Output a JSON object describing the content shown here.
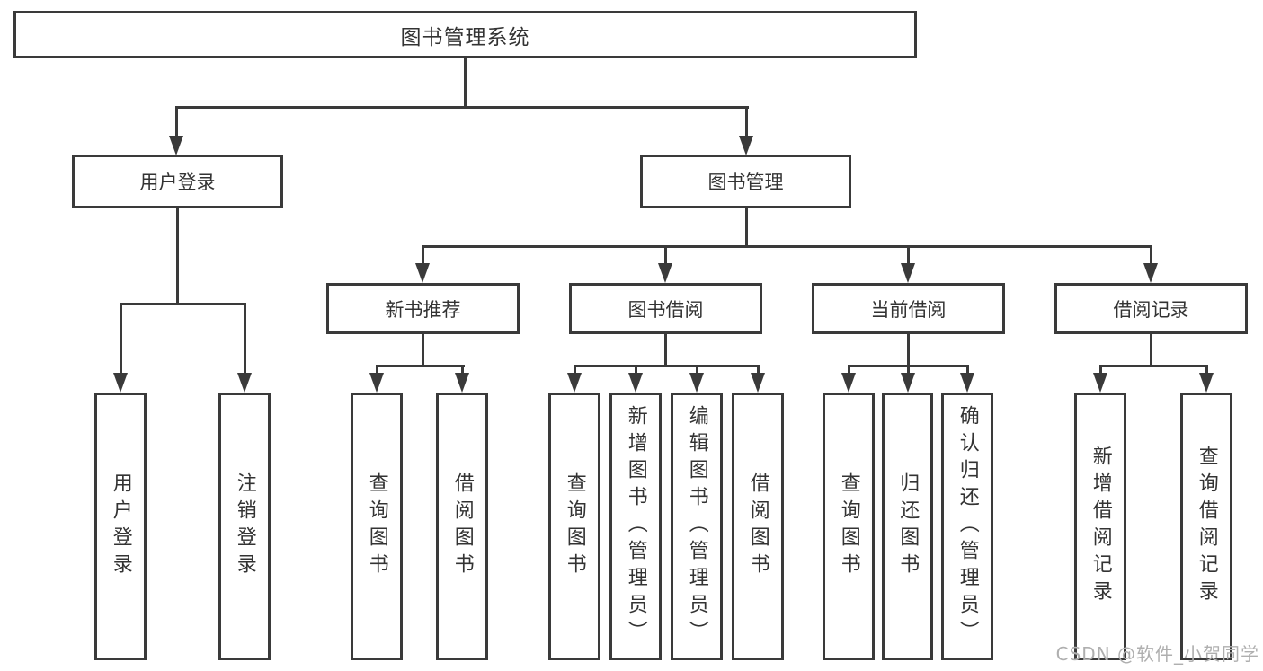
{
  "tree": {
    "root": {
      "label": "图书管理系统",
      "children": [
        {
          "label": "用户登录",
          "children": [
            {
              "label": "用户登录"
            },
            {
              "label": "注销登录"
            }
          ]
        },
        {
          "label": "图书管理",
          "children": [
            {
              "label": "新书推荐",
              "children": [
                {
                  "label": "查询图书"
                },
                {
                  "label": "借阅图书"
                }
              ]
            },
            {
              "label": "图书借阅",
              "children": [
                {
                  "label": "查询图书"
                },
                {
                  "label": "新增图书（管理员）"
                },
                {
                  "label": "编辑图书（管理员）"
                },
                {
                  "label": "借阅图书"
                }
              ]
            },
            {
              "label": "当前借阅",
              "children": [
                {
                  "label": "查询图书"
                },
                {
                  "label": "归还图书"
                },
                {
                  "label": "确认归还（管理员）"
                }
              ]
            },
            {
              "label": "借阅记录",
              "children": [
                {
                  "label": "新增借阅记录"
                },
                {
                  "label": "查询借阅记录"
                }
              ]
            }
          ]
        }
      ]
    }
  },
  "watermark": {
    "text": "CSDN @软件_小贺同学"
  },
  "colors": {
    "line": "#3a3a3a",
    "text": "#333333",
    "background": "#ffffff",
    "watermark": "#afafaf"
  }
}
